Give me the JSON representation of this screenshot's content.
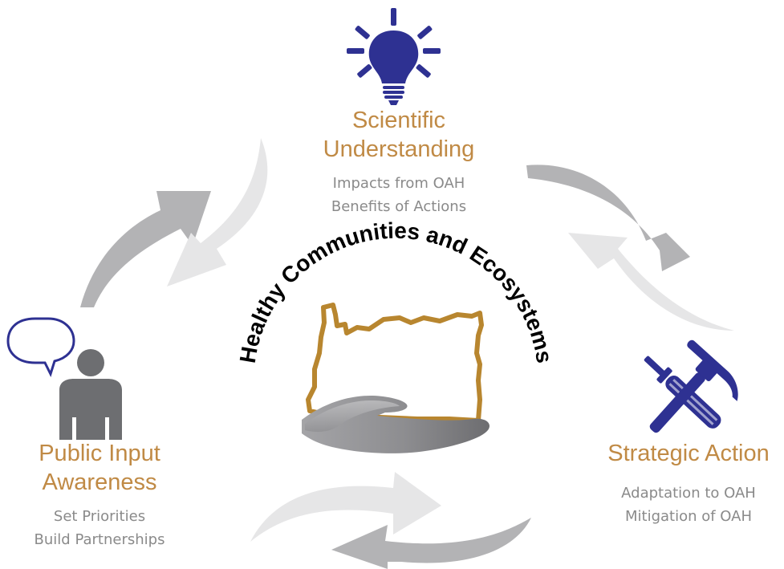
{
  "center": {
    "arc_title": "Healthy Communities and Ecosystems"
  },
  "nodes": {
    "scientific": {
      "title_line1": "Scientific",
      "title_line2": "Understanding",
      "sub_line1": "Impacts from OAH",
      "sub_line2": "Benefits of Actions",
      "icon": "lightbulb-icon"
    },
    "strategic": {
      "title_line1": "Strategic Action",
      "sub_line1": "Adaptation to OAH",
      "sub_line2": "Mitigation of OAH",
      "icon": "tools-icon"
    },
    "public": {
      "title_line1": "Public Input",
      "title_line2": "Awareness",
      "sub_line1": "Set Priorities",
      "sub_line2": "Build Partnerships",
      "icon": "person-speech-icon"
    }
  },
  "colors": {
    "title": "#c08a45",
    "subtitle": "#8a8a8a",
    "icon_blue": "#2e3192",
    "arrow_dark": "#b3b3b5",
    "arrow_light": "#e6e6e7",
    "oregon_outline": "#b8862f"
  }
}
